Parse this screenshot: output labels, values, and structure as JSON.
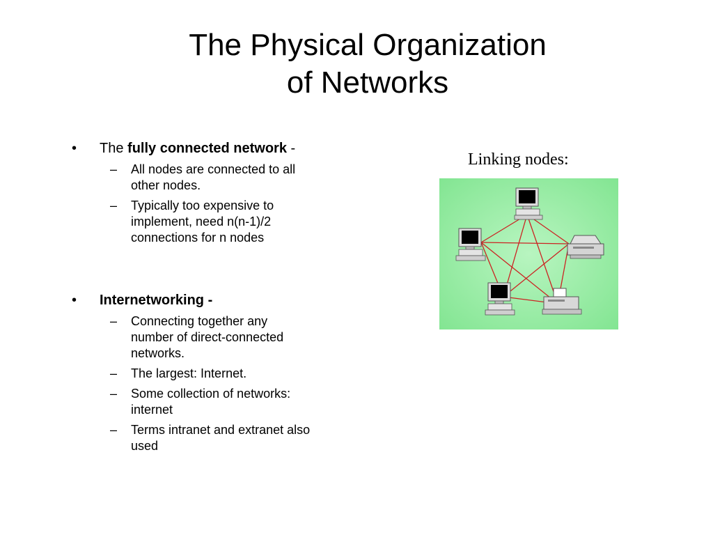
{
  "title": {
    "line1": "The Physical Organization",
    "line2": "of Networks"
  },
  "bullets": [
    {
      "prefix": "The ",
      "bold": "fully connected network",
      "suffix": " -",
      "subs": [
        {
          "lines": [
            "All nodes are connected to all",
            "other nodes."
          ]
        },
        {
          "lines": [
            "Typically too expensive to",
            "implement, need n(n-1)/2",
            "connections for n nodes"
          ]
        }
      ]
    },
    {
      "prefix": "",
      "bold": "Internetworking -",
      "suffix": "",
      "subs": [
        {
          "lines": [
            "Connecting together any",
            "number of direct-connected",
            "networks."
          ]
        },
        {
          "lines": [
            "The largest: Internet."
          ]
        },
        {
          "lines": [
            "Some collection of networks:",
            "internet"
          ]
        },
        {
          "lines": [
            "Terms intranet and extranet also",
            "used"
          ]
        }
      ]
    }
  ],
  "bullet_symbol": "•",
  "dash_symbol": "–",
  "figure": {
    "caption": "Linking nodes:",
    "background_color": "#7fe48f",
    "link_color": "#cc2222",
    "nodes": [
      {
        "name": "computer-icon"
      },
      {
        "name": "computer-icon"
      },
      {
        "name": "printer-icon"
      },
      {
        "name": "printer-icon"
      },
      {
        "name": "computer-icon"
      }
    ]
  }
}
